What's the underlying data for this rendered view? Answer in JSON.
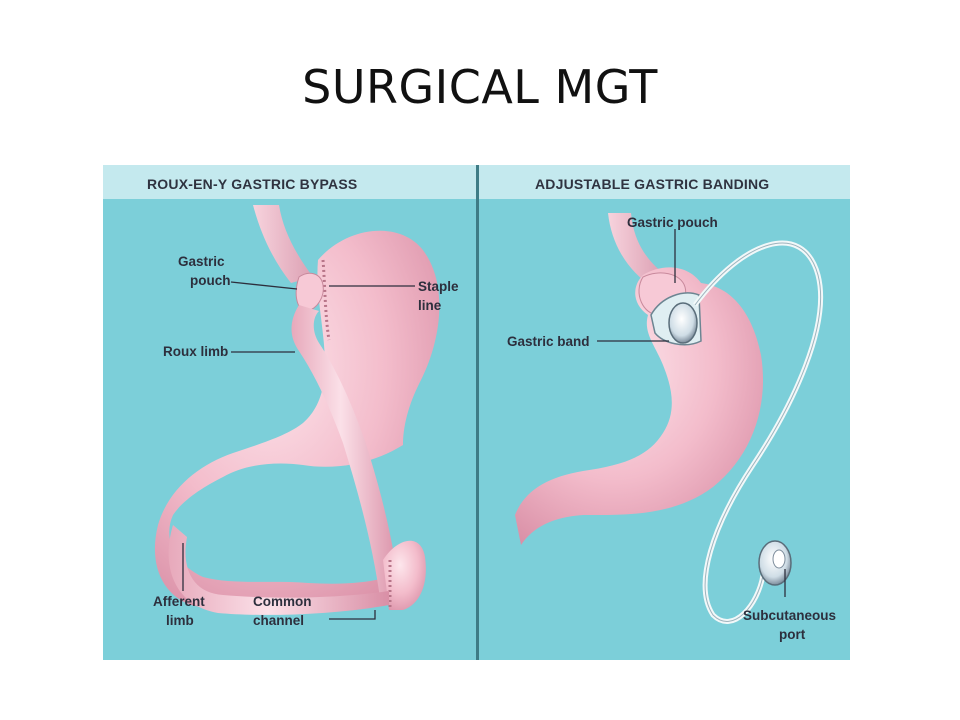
{
  "slide": {
    "title": "SURGICAL MGT"
  },
  "left_panel": {
    "heading": "ROUX-EN-Y GASTRIC BYPASS",
    "labels": {
      "gastric_pouch_1": "Gastric",
      "gastric_pouch_2": "pouch",
      "staple_line_1": "Staple",
      "staple_line_2": "line",
      "roux_limb": "Roux limb",
      "afferent_limb_1": "Afferent",
      "afferent_limb_2": "limb",
      "common_channel_1": "Common",
      "common_channel_2": "channel"
    }
  },
  "right_panel": {
    "heading": "ADJUSTABLE GASTRIC BANDING",
    "labels": {
      "gastric_pouch": "Gastric pouch",
      "gastric_band": "Gastric band",
      "subcutaneous_port_1": "Subcutaneous",
      "subcutaneous_port_2": "port"
    }
  },
  "colors": {
    "background": "#7ccfd9",
    "header_band": "#c4e9ee",
    "tissue": "#f3bccb",
    "tissue_dark": "#d98fa6",
    "tissue_light": "#fbe3ea",
    "divider": "#3e7c86",
    "tube": "#e6f2f3"
  }
}
